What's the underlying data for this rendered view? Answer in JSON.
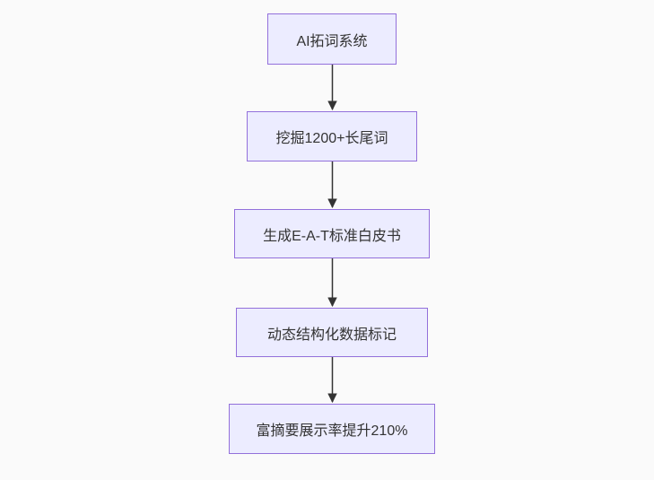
{
  "diagram": {
    "type": "flowchart",
    "direction": "top-down",
    "nodes": [
      {
        "id": "node-1",
        "label": "AI拓词系统"
      },
      {
        "id": "node-2",
        "label": "挖掘1200+长尾词"
      },
      {
        "id": "node-3",
        "label": "生成E-A-T标准白皮书"
      },
      {
        "id": "node-4",
        "label": "动态结构化数据标记"
      },
      {
        "id": "node-5",
        "label": "富摘要展示率提升210%"
      }
    ],
    "edges": [
      {
        "from": "node-1",
        "to": "node-2"
      },
      {
        "from": "node-2",
        "to": "node-3"
      },
      {
        "from": "node-3",
        "to": "node-4"
      },
      {
        "from": "node-4",
        "to": "node-5"
      }
    ],
    "colors": {
      "background": "#fafafa",
      "node_fill": "#ececff",
      "node_border": "#9370db",
      "node_text": "#333333",
      "edge_line": "#333333"
    }
  }
}
